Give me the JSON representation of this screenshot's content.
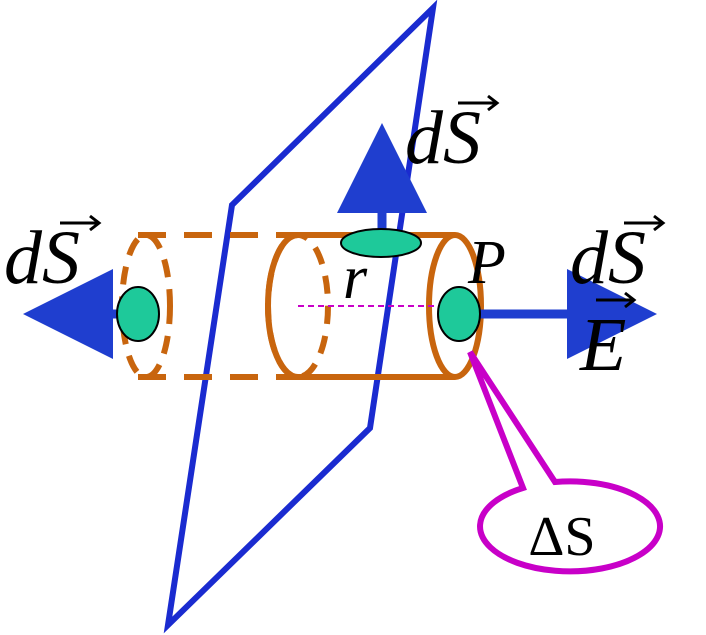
{
  "labels": {
    "ds_top": "dS",
    "ds_left": "dS",
    "ds_right": "dS",
    "r": "r",
    "p": "P",
    "e": "E",
    "delta_s": "ΔS"
  },
  "colors": {
    "plane": "#1a2bd0",
    "cylinder": "#c8650e",
    "arrow": "#1f3ecf",
    "disc": "#1ec99a",
    "callout": "#c800c8",
    "axis": "#c800c8",
    "field_tip": "#e4502a"
  }
}
